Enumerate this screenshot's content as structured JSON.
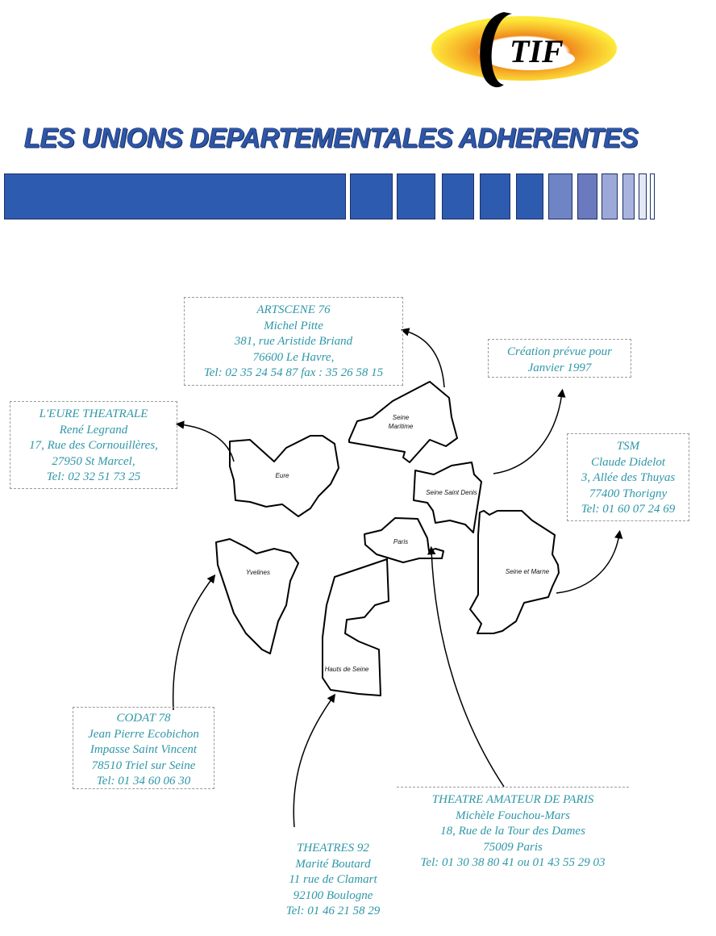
{
  "logo": {
    "text": "CTIF"
  },
  "title": "LES UNIONS DEPARTEMENTALES ADHERENTES",
  "colors": {
    "title": "#2d56a8",
    "contact_text": "#2f97a8",
    "bar": "#2d5bb0"
  },
  "departments": {
    "seine_maritime": [
      "Seine",
      "Maritime"
    ],
    "eure": "Eure",
    "seine_saint_denis": "Seine Saint Denis",
    "paris": "Paris",
    "seine_et_marne": "Seine et Marne",
    "yvelines": "Yvelines",
    "hauts_de_seine": "Hauts de Seine"
  },
  "contacts": {
    "artscene": [
      "ARTSCENE 76",
      "Michel Pitte",
      "381, rue Aristide Briand",
      "76600 Le Havre,",
      "Tel: 02 35 24 54 87 fax : 35 26 58 15"
    ],
    "creation": [
      "Création prévue pour",
      "Janvier 1997"
    ],
    "eure": [
      "L'EURE  THEATRALE",
      "René Legrand",
      "17, Rue des Cornouillères,",
      "27950 St Marcel,",
      "Tel: 02 32 51 73 25"
    ],
    "tsm": [
      "TSM",
      "Claude Didelot",
      "3, Allée des Thuyas",
      "77400 Thorigny",
      "Tel: 01 60 07 24 69"
    ],
    "codat": [
      "CODAT 78",
      "Jean Pierre Ecobichon",
      "Impasse Saint Vincent",
      "78510 Triel sur Seine",
      "Tel: 01 34 60 06 30"
    ],
    "paris": [
      "THEATRE AMATEUR DE PARIS",
      "Michèle Fouchou-Mars",
      "18, Rue de la Tour des Dames",
      "75009 Paris",
      "Tel: 01 30 38 80 41 ou 01 43 55 29 03"
    ],
    "theatres92": [
      "THEATRES 92",
      "Marité Boutard",
      "11 rue de Clamart",
      "92100 Boulogne",
      "Tel: 01 46 21 58 29"
    ]
  }
}
